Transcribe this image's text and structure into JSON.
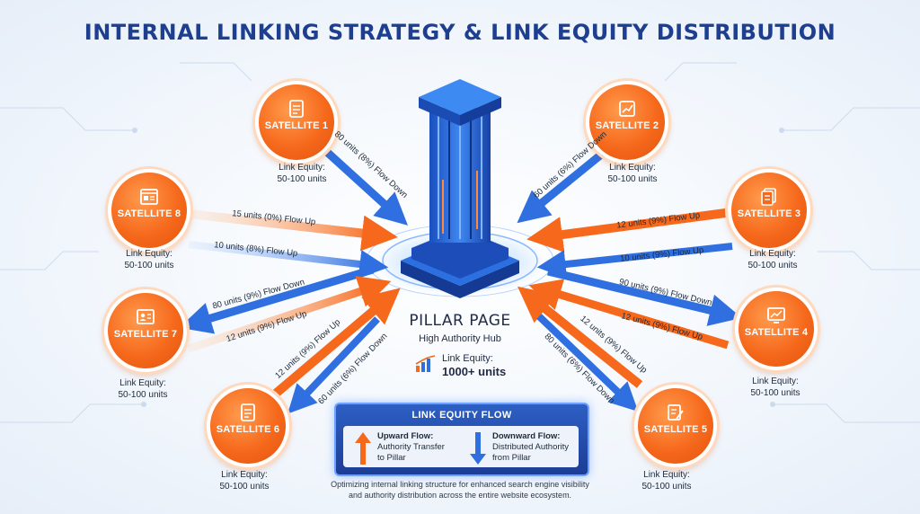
{
  "title": "INTERNAL LINKING STRATEGY & LINK EQUITY DISTRIBUTION",
  "pillar": {
    "title": "PILLAR PAGE",
    "subtitle": "High Authority Hub",
    "equity_label": "Link Equity:",
    "equity_value": "1000+ units"
  },
  "satellites": [
    {
      "label": "SATELLITE 1",
      "icon": "document-icon",
      "equity": [
        "Link Equity:",
        "50-100 units"
      ]
    },
    {
      "label": "SATELLITE 2",
      "icon": "chart-icon",
      "equity": [
        "Link Equity:",
        "50-100 units"
      ]
    },
    {
      "label": "SATELLITE 3",
      "icon": "pages-icon",
      "equity": [
        "Link Equity:",
        "50-100 units"
      ]
    },
    {
      "label": "SATELLITE 4",
      "icon": "monitor-icon",
      "equity": [
        "Link Equity:",
        "50-100 units"
      ]
    },
    {
      "label": "SATELLITE 5",
      "icon": "edit-icon",
      "equity": [
        "Link Equity:",
        "50-100 units"
      ]
    },
    {
      "label": "SATELLITE 6",
      "icon": "document-icon",
      "equity": [
        "Link Equity:",
        "50-100 units"
      ]
    },
    {
      "label": "SATELLITE 7",
      "icon": "profile-icon",
      "equity": [
        "Link Equity:",
        "50-100 units"
      ]
    },
    {
      "label": "SATELLITE 8",
      "icon": "browser-icon",
      "equity": [
        "Link Equity:",
        "50-100 units"
      ]
    }
  ],
  "flows": [
    "80 units (8%) Flow Down",
    "60 units (6%) Flow Down",
    "15 units (0%) Flow Up",
    "10 units (8%) Flow Up",
    "12 units (9%) Flow Up",
    "10 units (9%) Flow Up",
    "80 units (9%) Flow Down",
    "12 units (9%) Flow Up",
    "90 units (9%) Flow Down",
    "12 units (9%) Flow Up",
    "12 units (9%) Flow Up",
    "60 units (6%) Flow Down",
    "12 units (9%) Flow Up",
    "80 units (6%) Flow Down"
  ],
  "legend": {
    "heading": "LINK EQUITY FLOW",
    "up_title": "Upward Flow:",
    "up_desc": [
      "Authority Transfer",
      "to Pillar"
    ],
    "down_title": "Downward Flow:",
    "down_desc": [
      "Distributed Authority",
      "from Pillar"
    ]
  },
  "footer": [
    "Optimizing internal linking structure for enhanced search engine visibility",
    "and authority distribution across the entire website ecosystem."
  ],
  "colors": {
    "orange": "#f6691c",
    "blue": "#2f6fe0",
    "navy": "#1e3f8f"
  }
}
